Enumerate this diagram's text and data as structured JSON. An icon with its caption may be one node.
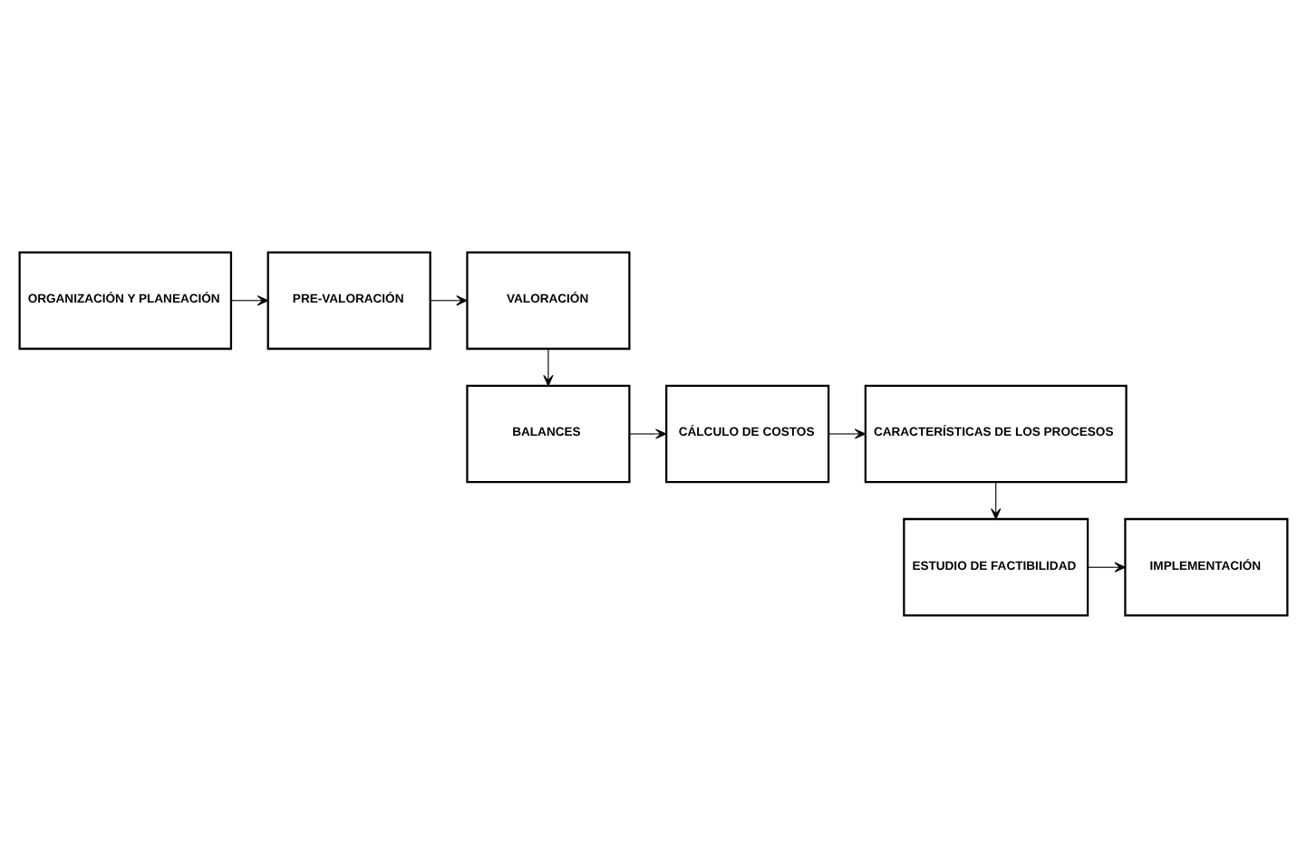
{
  "diagram": {
    "nodes": [
      {
        "text": [
          "ORGANIZACIÓN Y PLANEACIÓN"
        ]
      },
      {
        "text": [
          "PRE-VALORACIÓN"
        ]
      },
      {
        "text": [
          "VALORACIÓN"
        ]
      },
      {
        "text": [
          "BALANCES"
        ]
      },
      {
        "text": [
          "CÁLCULO DE COSTOS"
        ]
      },
      {
        "text": [
          "CARACTERÍSTICAS DE LOS PROCESOS"
        ]
      },
      {
        "text": [
          "ESTUDIO DE FACTIBILIDAD"
        ]
      },
      {
        "text": [
          "IMPLEMENTACIÓN"
        ]
      }
    ],
    "edges": [
      {
        "from": 0,
        "to": 1,
        "arrow": "to"
      },
      {
        "from": 1,
        "to": 2,
        "arrow": "to"
      },
      {
        "from": 2,
        "to": 3,
        "arrow": "to"
      },
      {
        "from": 3,
        "to": 4,
        "arrow": "to"
      },
      {
        "from": 4,
        "to": 5,
        "arrow": "to"
      },
      {
        "from": 5,
        "to": 6,
        "arrow": "to"
      },
      {
        "from": 6,
        "to": 7,
        "arrow": "to"
      }
    ]
  }
}
